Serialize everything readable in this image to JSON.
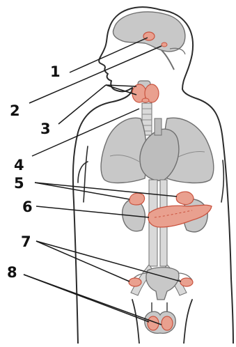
{
  "labels": [
    "1",
    "2",
    "3",
    "4",
    "5",
    "6",
    "7",
    "8"
  ],
  "colors": {
    "organ_gray": "#c8c8c8",
    "organ_outline": "#6f6f6f",
    "gland_fill": "#e9a08f",
    "gland_dark": "#c9533f",
    "body_outline": "#2b2b2b",
    "pointer_line": "#1a1a1a"
  },
  "structures": [
    "brain-icon",
    "pituitary-gland-icon",
    "pineal-gland-icon",
    "thyroid-gland-icon",
    "lungs-icon",
    "heart-icon",
    "adrenal-gland-icon",
    "pancreas-icon",
    "kidney-icon",
    "ovary-icon",
    "uterus-icon",
    "testis-icon"
  ]
}
